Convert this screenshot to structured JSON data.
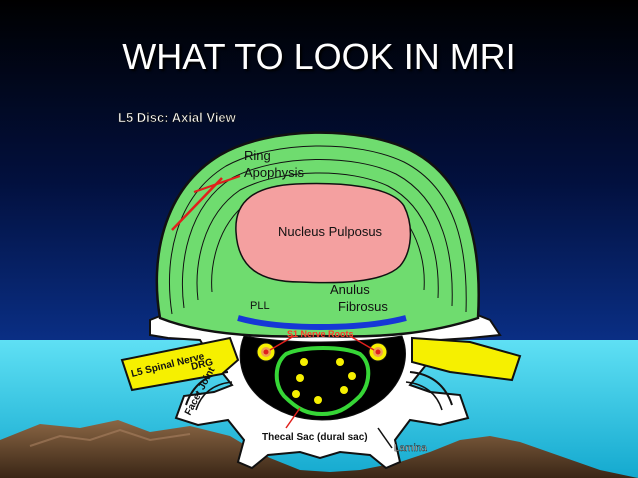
{
  "slide": {
    "title": "WHAT TO LOOK IN MRI"
  },
  "diagram": {
    "heading": "L5 Disc: Axial View",
    "labels": {
      "ring_apophysis_line1": "Ring",
      "ring_apophysis_line2": "Apophysis",
      "nucleus_pulposus": "Nucleus Pulposus",
      "anulus_line1": "Anulus",
      "anulus_line2": "Fibrosus",
      "pll": "PLL",
      "s1_nerve_roots": "S1 Nerve Roots",
      "l5_spinal_nerve": "L5 Spinal Nerve",
      "drg": "DRG",
      "facet_joint": "Facet Joint",
      "thecal_sac": "Thecal Sac (dural sac)",
      "lamina": "Lamina"
    },
    "colors": {
      "disc_green": "#6fdc6f",
      "nucleus_pink": "#f4a0a0",
      "pll_blue": "#1638d6",
      "nerve_yellow": "#f6f000",
      "cauda_green": "#36d636",
      "sea_cyan": "#3fd4ee",
      "rock_brown": "#6b4a2e",
      "red_marker": "#e0201c"
    }
  }
}
